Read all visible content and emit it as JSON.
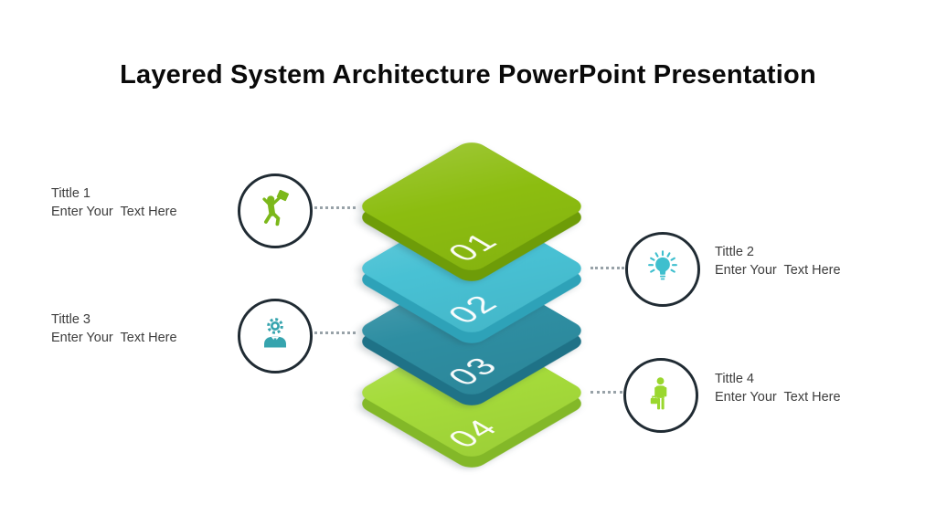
{
  "slide": {
    "title": "Layered System Architecture PowerPoint Presentation"
  },
  "layers": [
    {
      "number": "01",
      "top_color": "#8CBD10",
      "side_color": "#6E9C08"
    },
    {
      "number": "02",
      "top_color": "#48C1D4",
      "side_color": "#2EA2B8"
    },
    {
      "number": "03",
      "top_color": "#2E8EA2",
      "side_color": "#1F7287"
    },
    {
      "number": "04",
      "top_color": "#A5DB3A",
      "side_color": "#83B828"
    }
  ],
  "callouts": [
    {
      "title": "Tittle 1",
      "subtitle": "Enter Your  Text Here",
      "side": "left",
      "icon": "celebrating-businessman-icon",
      "icon_color": "#7CB81B"
    },
    {
      "title": "Tittle 2",
      "subtitle": "Enter Your  Text Here",
      "side": "right",
      "icon": "lightbulb-icon",
      "icon_color": "#3FBFCE"
    },
    {
      "title": "Tittle 3",
      "subtitle": "Enter Your  Text Here",
      "side": "left",
      "icon": "manager-gear-icon",
      "icon_color": "#36A4AE"
    },
    {
      "title": "Tittle 4",
      "subtitle": "Enter Your  Text Here",
      "side": "right",
      "icon": "businessman-briefcase-icon",
      "icon_color": "#9AD72E"
    }
  ],
  "connector_color": "#98A2A8",
  "circle_border_color": "#202B33"
}
